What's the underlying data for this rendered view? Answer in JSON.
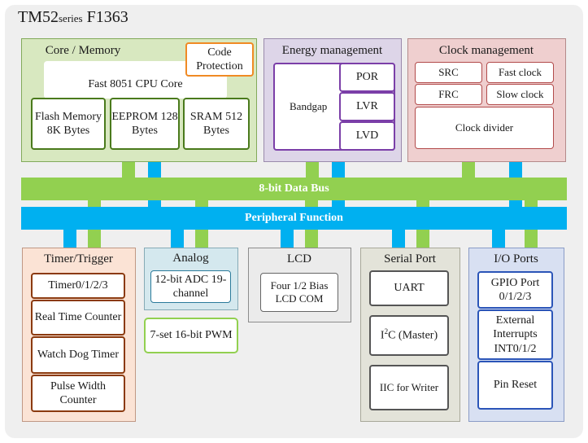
{
  "title": {
    "prefix": "TM52",
    "series": "series",
    "model": "F1363"
  },
  "colors": {
    "green_bus": "#92d050",
    "blue_bus": "#00b0f0",
    "core_border": "#82aa5a",
    "core_inner": "#4a7a1c",
    "energy_border": "#7b3fa8",
    "clock_border": "#b24b4b",
    "timer_border": "#8b3a0f",
    "analog_border": "#2a7a9a",
    "pwm_border": "#92d050",
    "serial_border": "#555555",
    "io_border": "#2b55b8",
    "code_protection_border": "#f08a24"
  },
  "core": {
    "title": "Core / Memory",
    "code_protection": "Code Protection",
    "cpu": "Fast 8051 CPU Core",
    "flash": "Flash Memory 8K Bytes",
    "eeprom": "EEPROM 128 Bytes",
    "sram": "SRAM 512 Bytes"
  },
  "energy": {
    "title": "Energy management",
    "bandgap": "Bandgap",
    "por": "POR",
    "lvr": "LVR",
    "lvd": "LVD"
  },
  "clock": {
    "title": "Clock management",
    "src": "SRC",
    "fast": "Fast clock",
    "frc": "FRC",
    "slow": "Slow clock",
    "divider": "Clock divider"
  },
  "bus": {
    "data": "8-bit Data Bus",
    "peripheral": "Peripheral Function"
  },
  "timer": {
    "title": "Timer/Trigger",
    "t0123": "Timer0/1/2/3",
    "rtc": "Real Time Counter",
    "wdt": "Watch Dog Timer",
    "pwc": "Pulse Width Counter"
  },
  "analog": {
    "title": "Analog",
    "adc": "12-bit ADC 19-channel"
  },
  "pwm": "7-set 16-bit PWM",
  "lcd": {
    "title": "LCD",
    "com": "Four 1/2 Bias LCD COM"
  },
  "serial": {
    "title": "Serial Port",
    "uart": "UART",
    "i2c_prefix": "I",
    "i2c_sup": "2",
    "i2c_suffix": "C (Master)",
    "iic": "IIC for Writer"
  },
  "io": {
    "title": "I/O Ports",
    "gpio": "GPIO Port 0/1/2/3",
    "ext_int": "External Interrupts INT0/1/2",
    "reset": "Pin Reset"
  }
}
